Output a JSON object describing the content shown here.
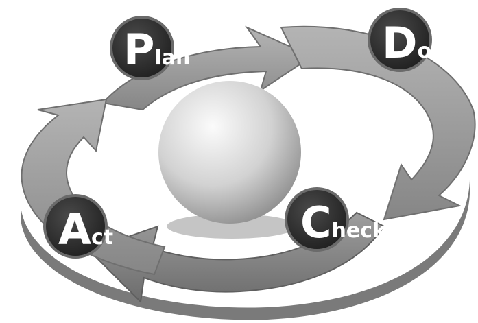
{
  "diagram": {
    "steps": [
      {
        "initial": "P",
        "rest": "lan"
      },
      {
        "initial": "D",
        "rest": "o"
      },
      {
        "initial": "C",
        "rest": "heck"
      },
      {
        "initial": "A",
        "rest": "ct"
      }
    ]
  },
  "colors": {
    "background": "#ffffff",
    "arrow_fill": "#9a9a9a",
    "arrow_edge": "#6f6f6f",
    "badge_fill": "#2e2e2e",
    "badge_ring": "#6a6a6a",
    "badge_text": "#ffffff",
    "sphere_light": "#f6f6f6",
    "sphere_dark": "#8a8a8a"
  }
}
